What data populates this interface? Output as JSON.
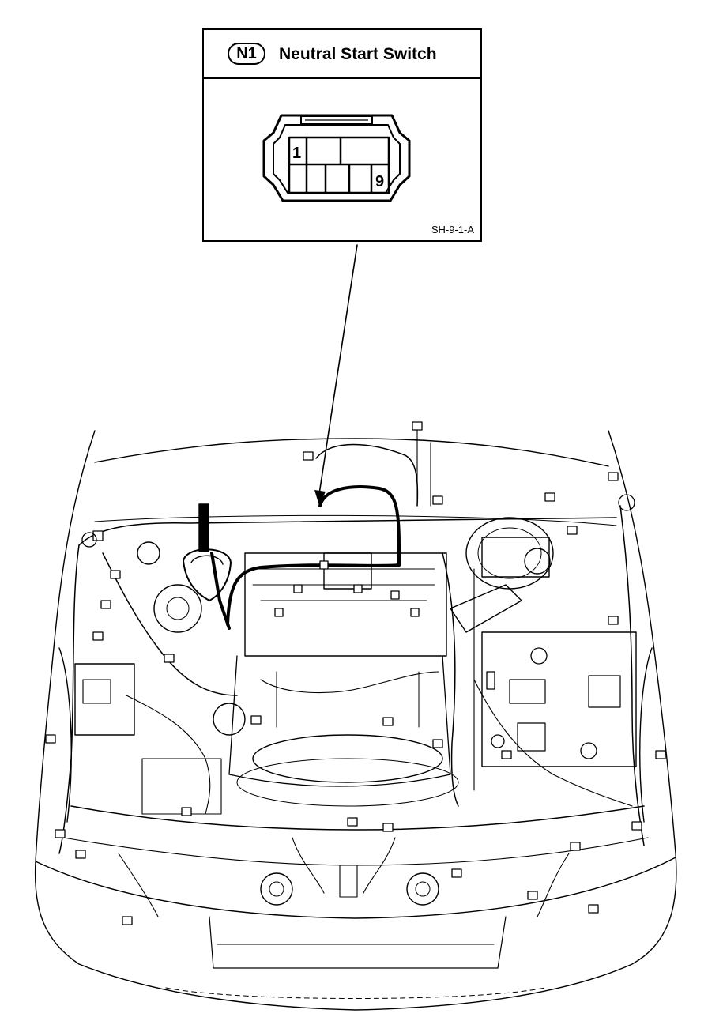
{
  "callout": {
    "code": "N1",
    "title": "Neutral Start Switch",
    "reference": "SH-9-1-A"
  },
  "connector": {
    "pin_first": "1",
    "pin_last": "9"
  }
}
